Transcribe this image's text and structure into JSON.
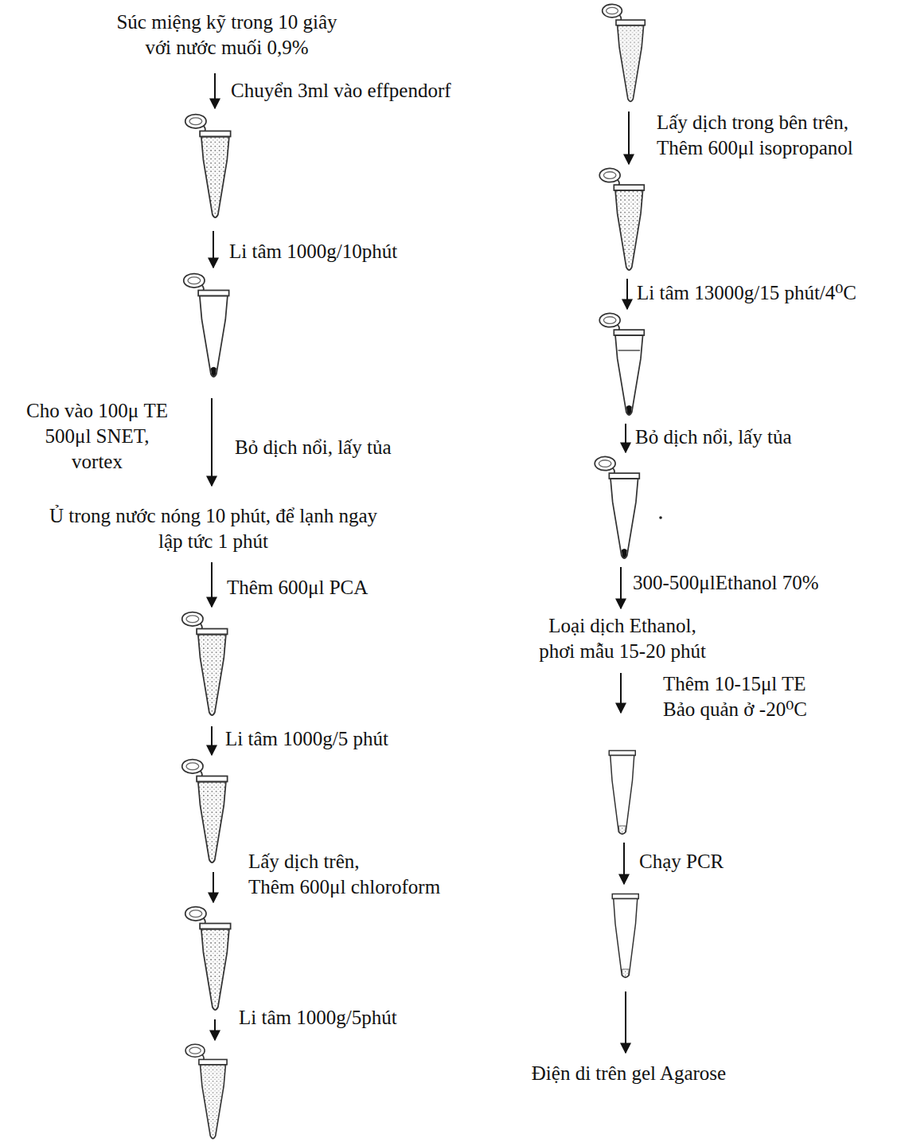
{
  "diagram": {
    "nodes": [
      {
        "text": [
          "Súc miệng kỹ trong 10 giây với nước muối 0,9%"
        ]
      },
      {
        "text": [
          "Ủ trong nước nóng 10 phút, để lạnh ngay lập tức 1 phút"
        ]
      },
      {
        "text": [
          "Loại dịch Ethanol, phơi mẫu 15-20 phút"
        ]
      },
      {
        "text": [
          "Điện di trên gel Agarose"
        ]
      }
    ],
    "labels": [
      "Chuyển 3ml vào effpendorf",
      "Li tâm 1000g/10phút",
      "Cho vào 100μ TE 500μl SNET, vortex",
      "Bỏ dịch nổi, lấy tủa",
      "Thêm 600μl PCA",
      "Li tâm 1000g/5 phút",
      "Lấy dịch trên, Thêm 600μl chloroform",
      "Li tâm 1000g/5phút",
      "Lấy dịch trong bên trên, Thêm 600μl isopropanol",
      "Li tâm 13000g/15 phút/4⁰C",
      "Bỏ dịch nổi, lấy tủa",
      "300-500μlEthanol 70%",
      "Thêm 10-15μl TE Bảo quản ở -20⁰C",
      "Chạy PCR"
    ]
  }
}
